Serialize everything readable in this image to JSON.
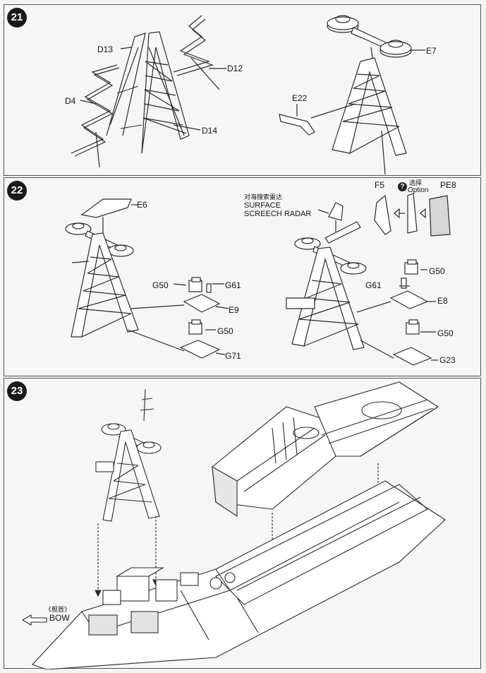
{
  "steps": [
    {
      "number": "21",
      "labels": {
        "d13": "D13",
        "d12": "D12",
        "d4": "D4",
        "d14": "D14",
        "e7": "E7",
        "e22": "E22"
      }
    },
    {
      "number": "22",
      "labels": {
        "e6": "E6",
        "g50a": "G50",
        "g61a": "G61",
        "e9": "E9",
        "g50b": "G50",
        "g71": "G71",
        "radar_cn": "对海搜索雷达",
        "radar_en_1": "SURFACE",
        "radar_en_2": "SCREECH RADAR",
        "f5": "F5",
        "option_cn": "选择",
        "option_en": "Option",
        "option_icon": "?",
        "pe8": "PE8",
        "g50c": "G50",
        "g61b": "G61",
        "e8": "E8",
        "g50d": "G50",
        "g23": "G23"
      }
    },
    {
      "number": "23",
      "labels": {
        "bow_cn": "《舰首》",
        "bow_en": "BOW"
      }
    }
  ],
  "colors": {
    "line": "#2a2a2a",
    "fill": "#ffffff",
    "shade": "#bdbdbd"
  }
}
